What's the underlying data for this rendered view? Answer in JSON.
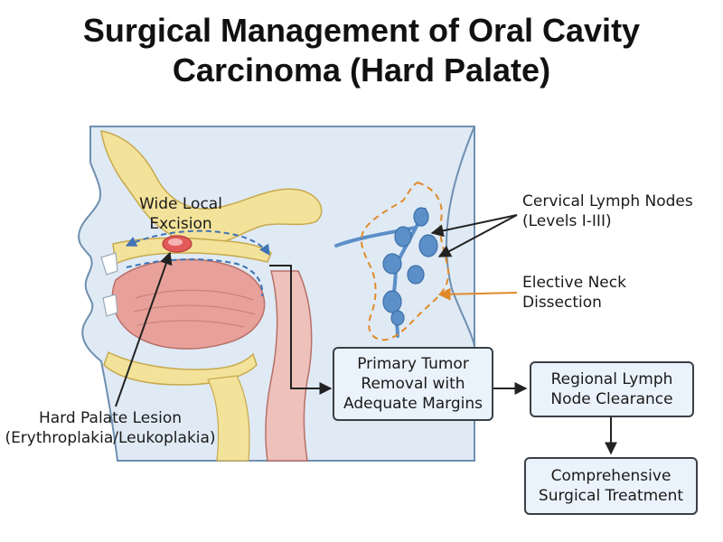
{
  "title": {
    "line1": "Surgical Management of Oral Cavity",
    "line2": "Carcinoma (Hard Palate)"
  },
  "labels": {
    "excision": [
      "Wide Local",
      "Excision"
    ],
    "lesion": [
      "Hard Palate Lesion",
      "(Erythroplakia/Leukoplakia)"
    ],
    "lymph_nodes": [
      "Cervical Lymph Nodes",
      "(Levels I-III)"
    ],
    "neck_dissection": [
      "Elective Neck",
      "Dissection"
    ]
  },
  "boxes": {
    "primary": [
      "Primary Tumor",
      "Removal with",
      "Adequate Margins"
    ],
    "regional": [
      "Regional Lymph",
      "Node Clearance"
    ],
    "comprehensive": [
      "Comprehensive",
      "Surgical Treatment"
    ]
  },
  "colors": {
    "skin_background": "#dfeaf5",
    "bone": "#f3e29a",
    "tongue": "#e8a19a",
    "lesion": "#e25a5a",
    "lymph_node": "#5b8fc8",
    "dissection_line": "#e08a2a",
    "excision_line": "#3f73b5",
    "box_fill": "#eaf2fb",
    "box_border": "#3a3f47"
  }
}
